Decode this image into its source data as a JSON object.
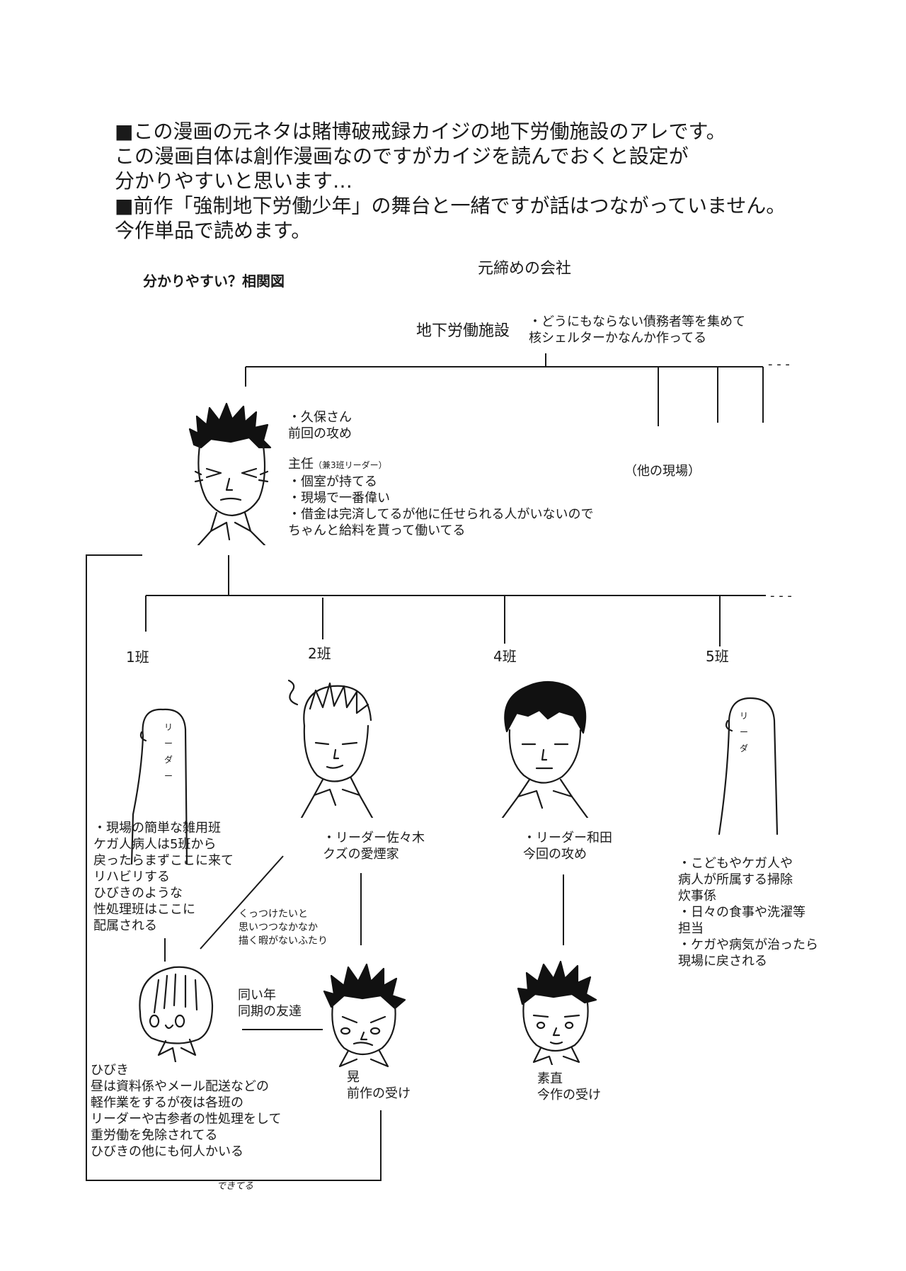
{
  "intro": [
    "■この漫画の元ネタは賭博破戒録カイジの地下労働施設のアレです。",
    "この漫画自体は創作漫画なのですがカイジを読んでおくと設定が",
    "分かりやすいと思います…",
    "■前作「強制地下労働少年」の舞台と一緒ですが話はつながっていません。",
    "今作単品で読めます。"
  ],
  "diagram_title": "分かりやすい？相関図",
  "company": "元締めの会社",
  "facility": {
    "label": "地下労働施設",
    "note": [
      "・どうにもならない債務者等を集めて",
      "核シェルターかなんか作ってる"
    ]
  },
  "other_sites": "（他の現場）",
  "dashes": "- - -",
  "kubo": {
    "line1": "・久保さん",
    "line2": "前回の攻め",
    "title_main": "主任",
    "title_sub": "（兼3班リーダー）",
    "notes": [
      "・個室が持てる",
      "・現場で一番偉い",
      "・借金は完済してるが他に任せられる人がいないので",
      "ちゃんと給料を貰って働いてる"
    ]
  },
  "teams": {
    "t1": "1班",
    "t2": "2班",
    "t4": "4班",
    "t5": "5班"
  },
  "placeholder_text": {
    "t1_a": "リ",
    "t1_b": "ー",
    "t1_c": "ダ",
    "t1_d": "ー",
    "t5_a": "リ",
    "t5_b": "ー",
    "t5_c": "ダ"
  },
  "team1_notes": [
    "・現場の簡単な雑用班",
    "ケガ人病人は5班から",
    "戻ったらまずここに来て",
    "リハビリする",
    "ひびきのような",
    "性処理班はここに",
    "配属される"
  ],
  "sasaki": [
    "・リーダー佐々木",
    "クズの愛煙家"
  ],
  "wada": [
    "・リーダー和田",
    "今回の攻め"
  ],
  "team5_notes": [
    "・こどもやケガ人や",
    "病人が所属する掃除",
    "炊事係",
    "・日々の食事や洗濯等",
    "担当",
    "・ケガや病気が治ったら",
    "現場に戻される"
  ],
  "couple_note": [
    "くっつけたいと",
    "思いつつなかなか",
    "描く暇がないふたり"
  ],
  "same_age": [
    "同い年",
    "同期の友達"
  ],
  "hibiki": [
    "ひびき",
    "昼は資料係やメール配送などの",
    "軽作業をするが夜は各班の",
    "リーダーや古参者の性処理をして",
    "重労働を免除されてる",
    "ひびきの他にも何人かいる"
  ],
  "akira": [
    "晃",
    "前作の受け"
  ],
  "sunao": [
    "素直",
    "今作の受け"
  ],
  "dekiteru": "できてる"
}
